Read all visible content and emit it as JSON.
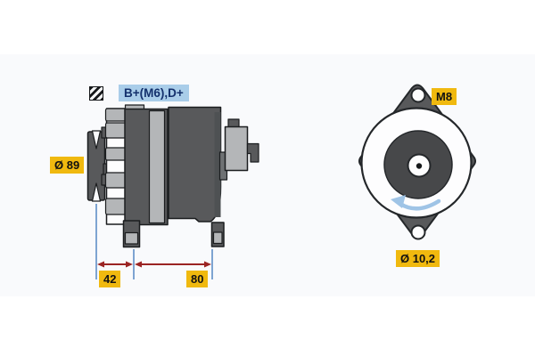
{
  "diagram_title": "Alternator technical drawing, side and rear views",
  "colors": {
    "label_yellow": "#f0b90f",
    "label_blue_bg": "#a9cde9",
    "label_blue_text": "#14316d",
    "dimension_red": "#9b2423",
    "extension_blue": "#4a7fc0",
    "rotation_arrow_blue": "#9fc4e6",
    "body_dark": "#58595b",
    "body_light": "#b4b6b8",
    "outline": "#1b1d1f"
  },
  "side_view": {
    "terminal_label": "B+(M6),D+",
    "pulley_diameter_label": "Ø 89",
    "dim_a": "42",
    "dim_b": "80"
  },
  "rear_view": {
    "thread_label": "M8",
    "hole_diameter_label": "Ø 10,2"
  },
  "icons": {
    "hatch_square": "diagonal-hatch-square",
    "rotation_arrow": "counterclockwise-rotation-arrow"
  }
}
